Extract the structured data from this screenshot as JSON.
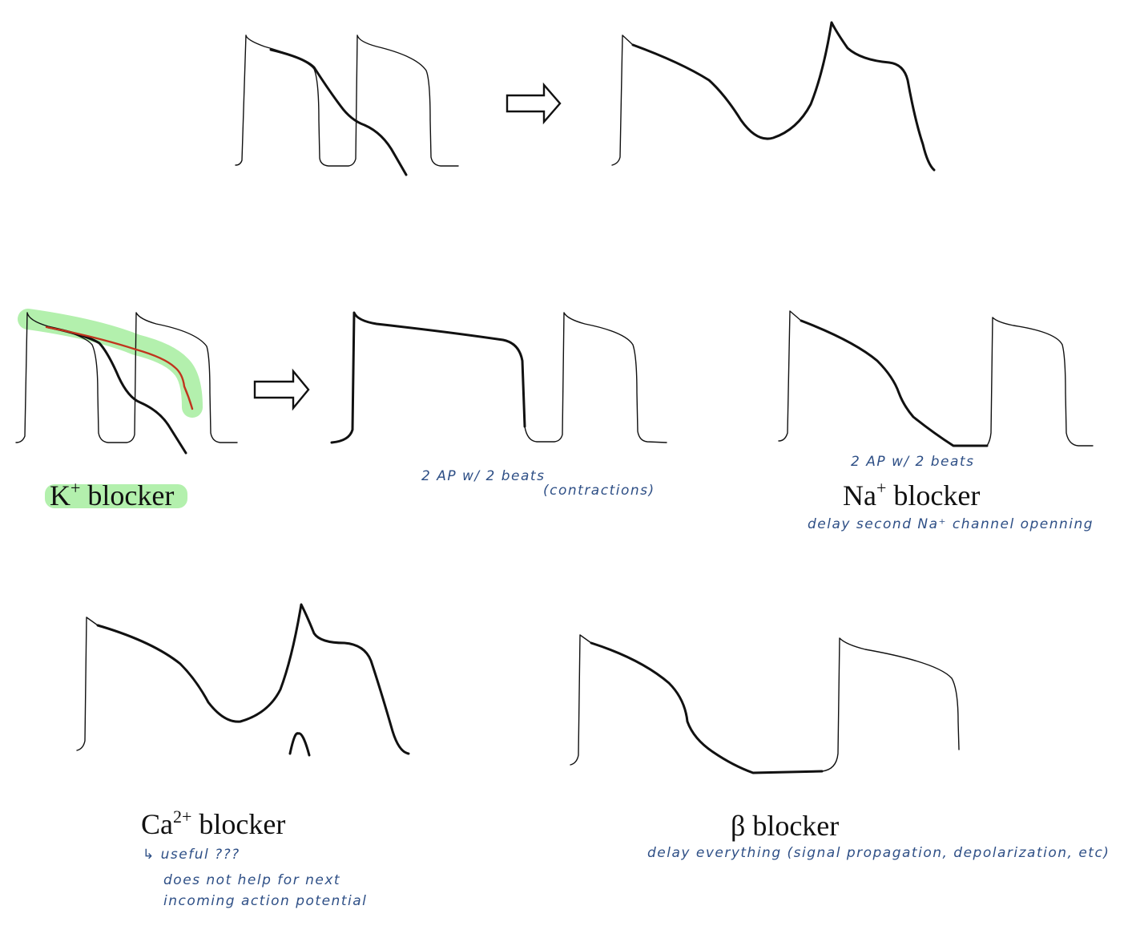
{
  "labels": {
    "k_blocker": {
      "base": "K",
      "sup": "+",
      "rest": " blocker"
    },
    "na_blocker": {
      "base": "Na",
      "sup": "+",
      "rest": " blocker"
    },
    "ca_blocker": {
      "base": "Ca",
      "sup": "2+",
      "rest": " blocker"
    },
    "beta_blocker": "β blocker"
  },
  "notes": {
    "k_result": {
      "line1": "2  AP  w/  2  beats",
      "line2": "(contractions)"
    },
    "na_result": "2  AP  w/  2  beats",
    "na_effect": "delay  second  Na⁺ channel  openning",
    "ca_useful": "↳ useful ???",
    "ca_effect_1": "does  not  help  for  next",
    "ca_effect_2": "incoming  action  potential",
    "beta_effect": "delay  everything  (signal propagation, depolarization, etc)"
  },
  "colors": {
    "ink": "#111111",
    "handwriting": "#2e4f86",
    "highlight": "#b3f0ad",
    "k_trace": "#c0341d"
  }
}
